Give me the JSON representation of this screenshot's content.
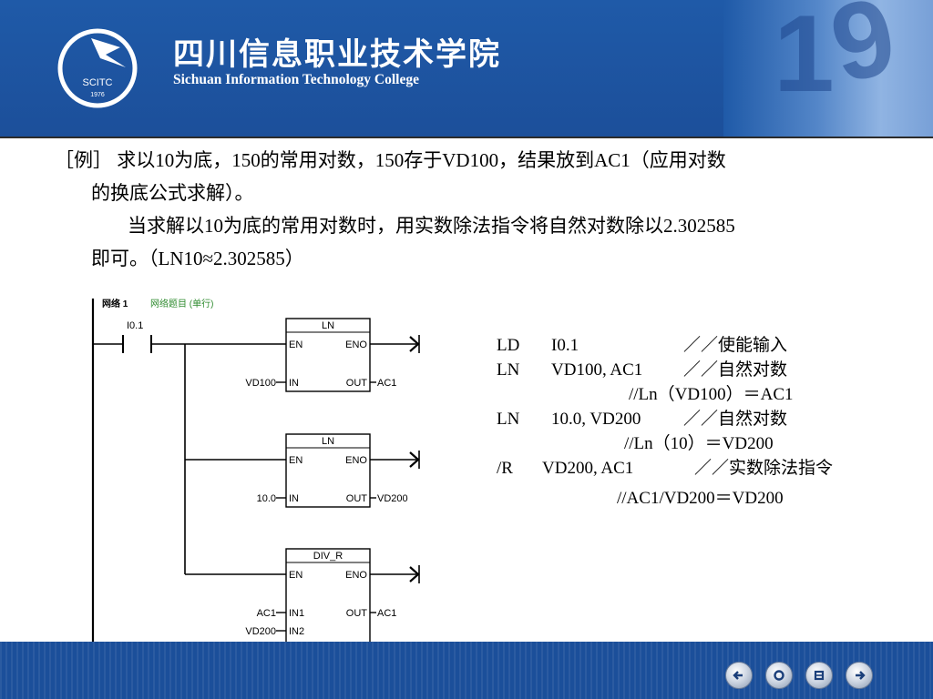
{
  "header": {
    "school_name_cn": "四川信息职业技术学院",
    "school_name_en": "Sichuan Information Technology College",
    "logo": {
      "abbr": "SCITC",
      "year": "1976"
    }
  },
  "content": {
    "line1": "［例］ 求以10为底，150的常用对数，150存于VD100，结果放到AC1（应用对数",
    "line2": "的换底公式求解）。",
    "line3": "当求解以10为底的常用对数时，用实数除法指令将自然对数除以2.302585",
    "line4": "即可。（LN10≈2.302585）"
  },
  "ladder": {
    "network_label": "网络 1",
    "network_title": "网络题目 (单行)",
    "contact": "I0.1",
    "blocks": [
      {
        "name": "LN",
        "en": "EN",
        "eno": "ENO",
        "inputs": [
          {
            "pin": "IN",
            "operand": "VD100"
          }
        ],
        "outputs": [
          {
            "pin": "OUT",
            "operand": "AC1"
          }
        ]
      },
      {
        "name": "LN",
        "en": "EN",
        "eno": "ENO",
        "inputs": [
          {
            "pin": "IN",
            "operand": "10.0"
          }
        ],
        "outputs": [
          {
            "pin": "OUT",
            "operand": "VD200"
          }
        ]
      },
      {
        "name": "DIV_R",
        "en": "EN",
        "eno": "ENO",
        "inputs": [
          {
            "pin": "IN1",
            "operand": "AC1"
          },
          {
            "pin": "IN2",
            "operand": "VD200"
          }
        ],
        "outputs": [
          {
            "pin": "OUT",
            "operand": "AC1"
          }
        ]
      }
    ]
  },
  "code": [
    {
      "op": "LD",
      "arg": "I0.1",
      "comment": "／／使能输入"
    },
    {
      "op": "LN",
      "arg": "VD100, AC1",
      "comment": "／／自然对数"
    },
    {
      "op": "",
      "arg": "",
      "comment": "//Ln（VD100）＝AC1"
    },
    {
      "op": "LN",
      "arg": "10.0, VD200",
      "comment": "／／自然对数"
    },
    {
      "op": "",
      "arg": "",
      "comment": "//Ln（10）＝VD200"
    },
    {
      "op": "/R",
      "arg": "VD200, AC1",
      "comment": "／／实数除法指令"
    },
    {
      "op": "",
      "arg": "",
      "comment": "//AC1/VD200＝VD200"
    }
  ],
  "nav": [
    {
      "label": "back",
      "icon": "back-arrow-icon"
    },
    {
      "label": "home",
      "icon": "home-icon"
    },
    {
      "label": "menu",
      "icon": "menu-icon"
    },
    {
      "label": "forward",
      "icon": "forward-arrow-icon"
    }
  ]
}
